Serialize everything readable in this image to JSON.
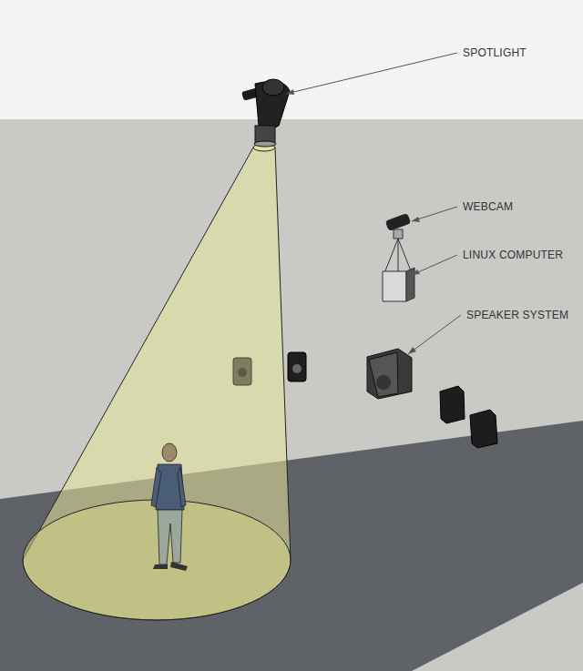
{
  "diagram": {
    "labels": [
      "SPOTLIGHT",
      "WEBCAM",
      "LINUX COMPUTER",
      "SPEAKER SYSTEM"
    ]
  }
}
